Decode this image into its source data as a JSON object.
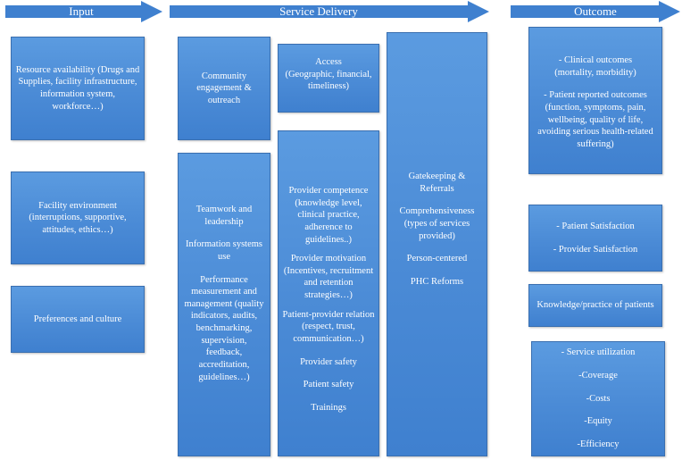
{
  "colors": {
    "box": "#4b8bd6",
    "arrow": "#3f80cf",
    "text": "#ffffff"
  },
  "headers": {
    "input": "Input",
    "service_delivery": "Service Delivery",
    "outcome": "Outcome"
  },
  "input": {
    "resource": "Resource availability (Drugs and Supplies, facility infrastructure, information system, workforce…)",
    "facility": "Facility environment (interruptions, supportive, attitudes, ethics…)",
    "preferences": "Preferences and culture"
  },
  "service": {
    "community": "Community engagement & outreach",
    "teamwork": "Teamwork and leadership",
    "info_systems": "Information systems use",
    "performance": "Performance measurement and management (quality indicators, audits, benchmarking, supervision, feedback, accreditation, guidelines…)",
    "access_title": "Access",
    "access_detail": "(Geographic, financial, timeliness)",
    "competence": "Provider competence (knowledge level, clinical practice, adherence to guidelines..)",
    "motivation": "Provider motivation (Incentives, recruitment and retention strategies…)",
    "relation": "Patient-provider relation (respect, trust, communication…)",
    "provider_safety": "Provider safety",
    "patient_safety": "Patient safety",
    "trainings": "Trainings",
    "gatekeeping": "Gatekeeping & Referrals",
    "comprehensiveness": "Comprehensiveness (types of services provided)",
    "person_centered": "Person-centered",
    "phc_reforms": "PHC Reforms"
  },
  "outcome": {
    "clinical": "- Clinical outcomes (mortality, morbidity)",
    "patient_reported": "- Patient reported outcomes (function, symptoms, pain, wellbeing, quality of life, avoiding serious health-related suffering)",
    "patient_satisfaction": "- Patient Satisfaction",
    "provider_satisfaction": "- Provider Satisfaction",
    "knowledge": "Knowledge/practice of patients",
    "utilization": "- Service utilization",
    "coverage": "-Coverage",
    "costs": "-Costs",
    "equity": "-Equity",
    "efficiency": "-Efficiency"
  }
}
